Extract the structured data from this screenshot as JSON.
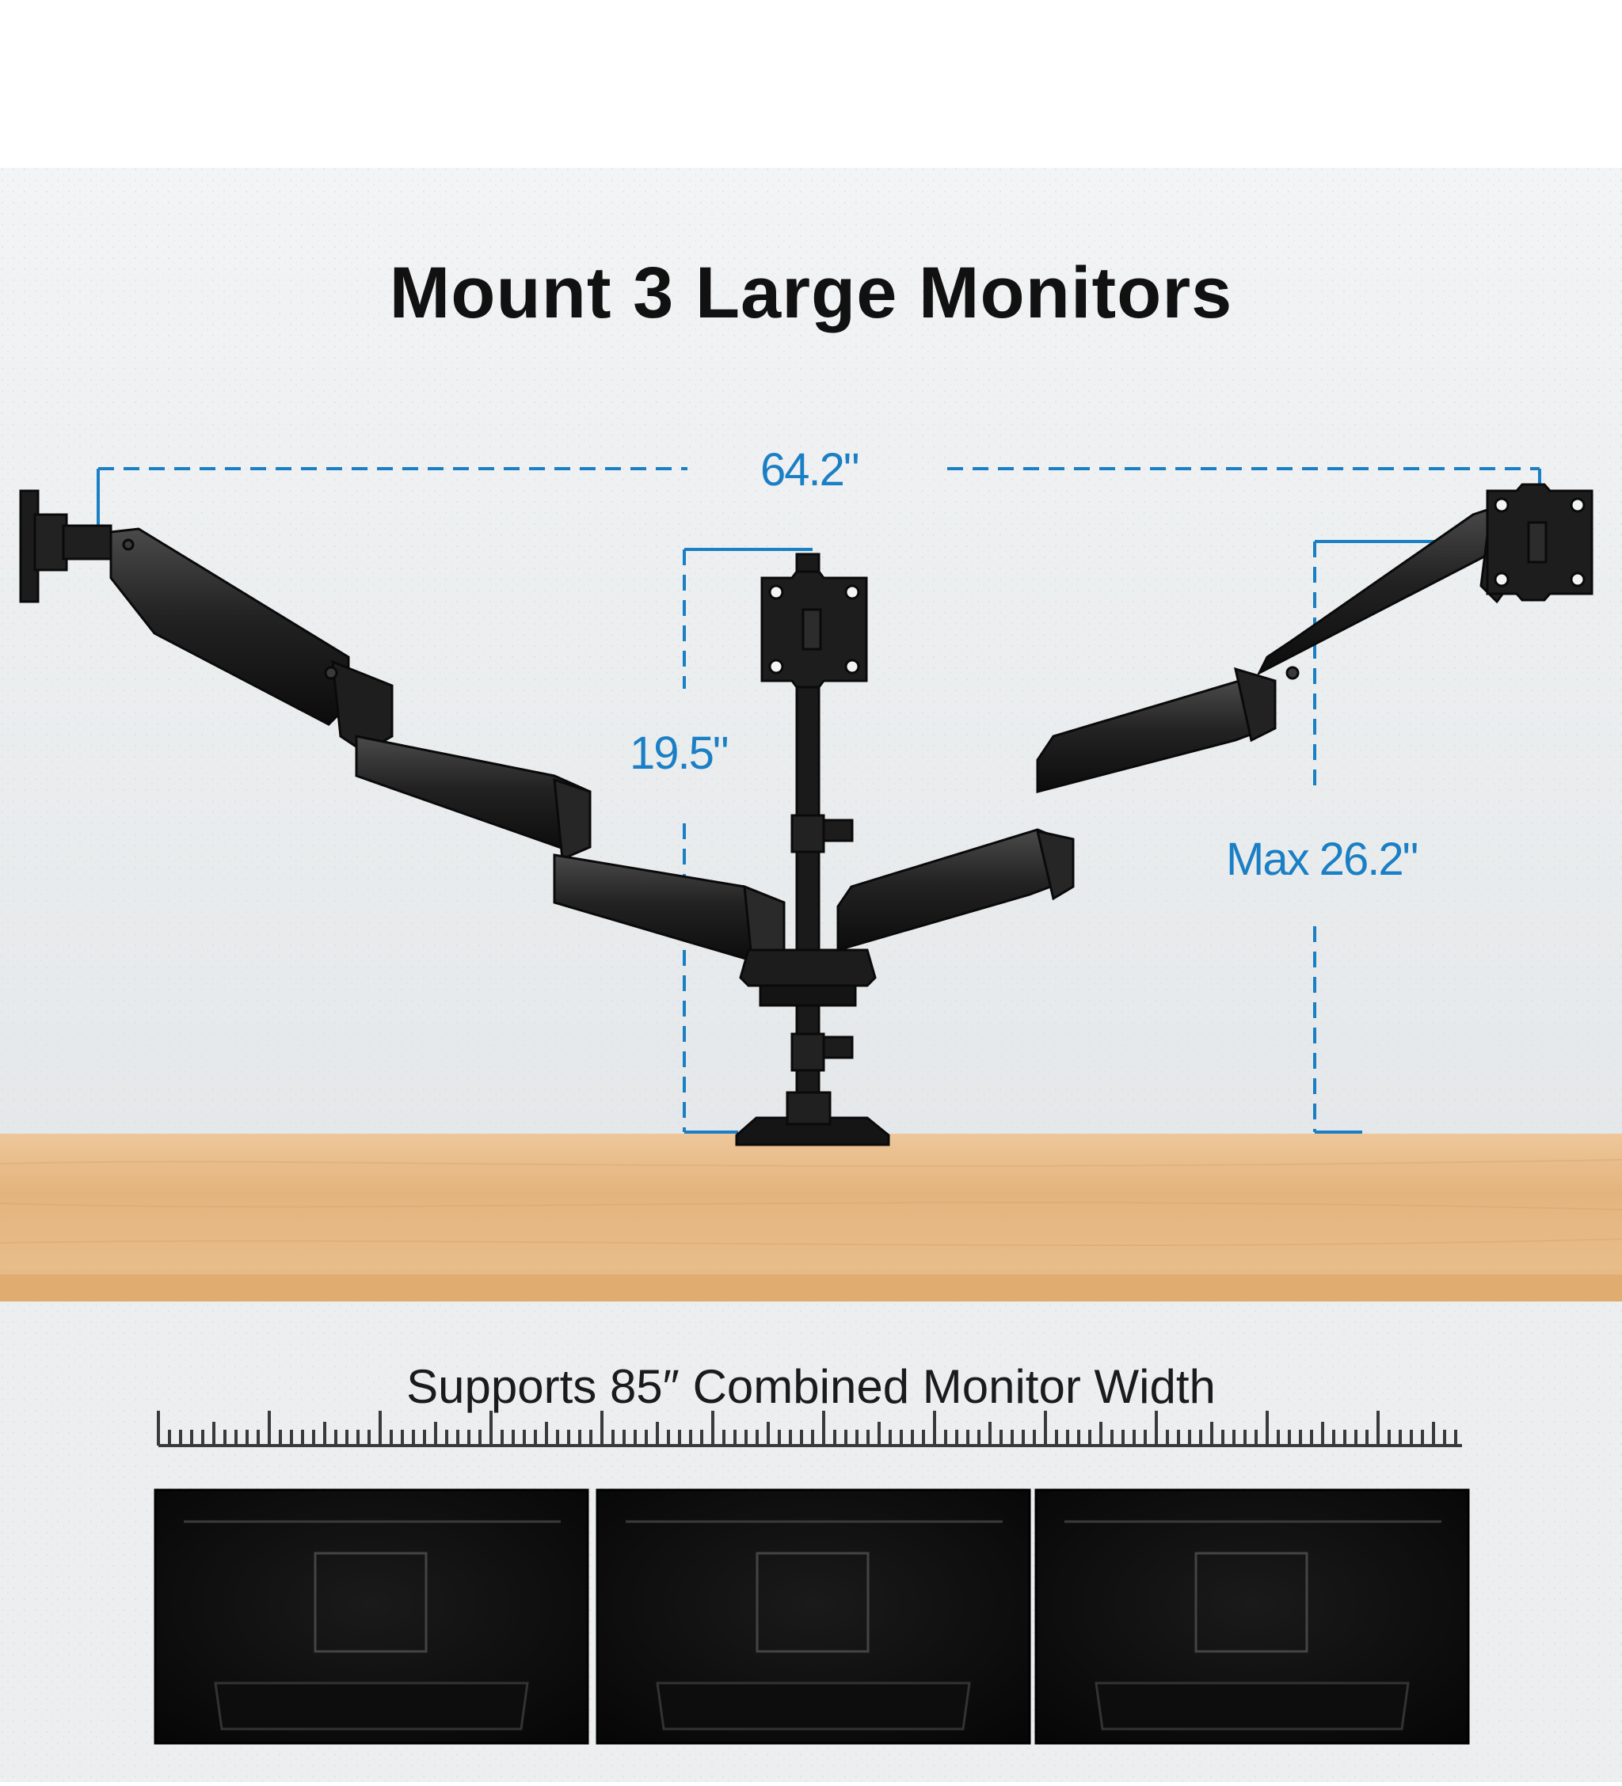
{
  "heading": "Mount 3 Large Monitors",
  "dimensions": {
    "arm_span": "64.2\"",
    "pole_height": "19.5\"",
    "max_height": "Max 26.2\""
  },
  "caption": "Supports 85″ Combined Monitor Width",
  "colors": {
    "dimension_blue": "#1a7fc4",
    "arm_black": "#1c1c1c",
    "desk_wood": "#e6b985",
    "wall_light": "#eceeef"
  }
}
